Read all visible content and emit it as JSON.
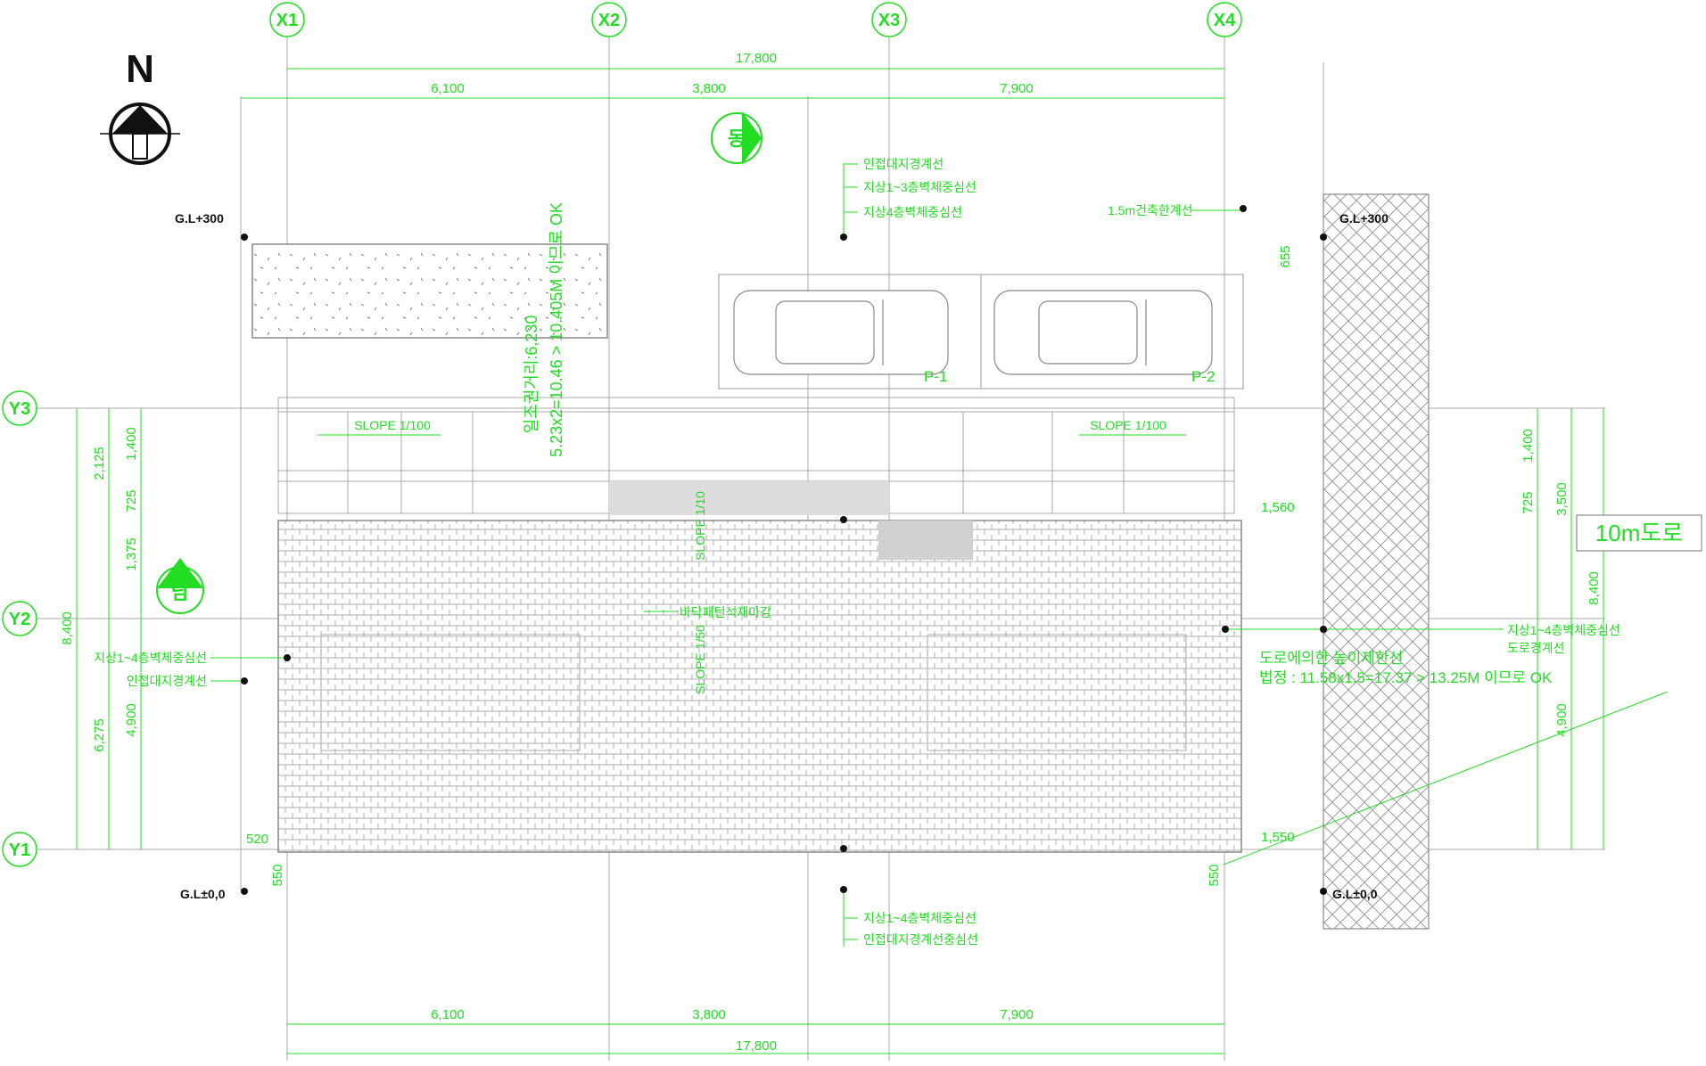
{
  "grid": {
    "columns": [
      "X1",
      "X2",
      "X3",
      "X4"
    ],
    "rows": [
      "Y3",
      "Y2",
      "Y1"
    ]
  },
  "north_mark": "N",
  "dims": {
    "overall": "17,800",
    "seg1": "6,100",
    "seg2": "3,800",
    "seg3": "7,900",
    "left_total": "8,400",
    "left_2125": "2,125",
    "left_1400": "1,400",
    "left_725": "725",
    "left_1375": "1,375",
    "left_6275": "6,275",
    "left_4900": "4,900",
    "right_1400": "1,400",
    "right_725": "725",
    "right_3500": "3,500",
    "right_8400": "8,400",
    "right_4900": "4,900",
    "d_655": "655",
    "d_1560": "1,560",
    "d_1550": "1,550",
    "d_520": "520",
    "d_550a": "550",
    "d_550b": "550"
  },
  "levels": {
    "gl_300": "G.L+300",
    "gl_000": "G.L±0,0"
  },
  "labels": {
    "adj_boundary": "인접대지경계선",
    "wall_1_3": "지상1~3층벽체중심선",
    "wall_4": "지상4층벽체중심선",
    "setback_15": "1.5m건축한계선",
    "wall_1_4": "지상1~4층벽체중심선",
    "adj_boundary_left": "인접대지경계선",
    "wall_1_4_right": "지상1~4층벽체중심선",
    "road_boundary": "도로경계선",
    "road_height_title": "도로에의한 높이제한선",
    "road_height_calc": "법정 : 11.58x1.5=17.37 > 13.25M 이므로 OK",
    "wall_1_4_bottom": "지상1~4층벽체중심선",
    "adj_boundary_bottom": "인접대지경계선중심선",
    "slope_left": "SLOPE 1/100",
    "slope_right": "SLOPE 1/100",
    "slope_mid": "SLOPE 1/10",
    "slope_lower": "SLOPE 1/50",
    "landscape_label": "바닥패턴석재마감",
    "sep_distance_1": "일조권거리:6,230",
    "sep_distance_2": "5.23x2=10.46 > 10.405M 이므로 OK",
    "p1": "P-1",
    "p2": "P-2",
    "road": "10m도로",
    "east": "동",
    "south": "남"
  },
  "colors": {
    "line": "#22dd22",
    "faint": "#bbbbbb",
    "ink": "#111111"
  }
}
